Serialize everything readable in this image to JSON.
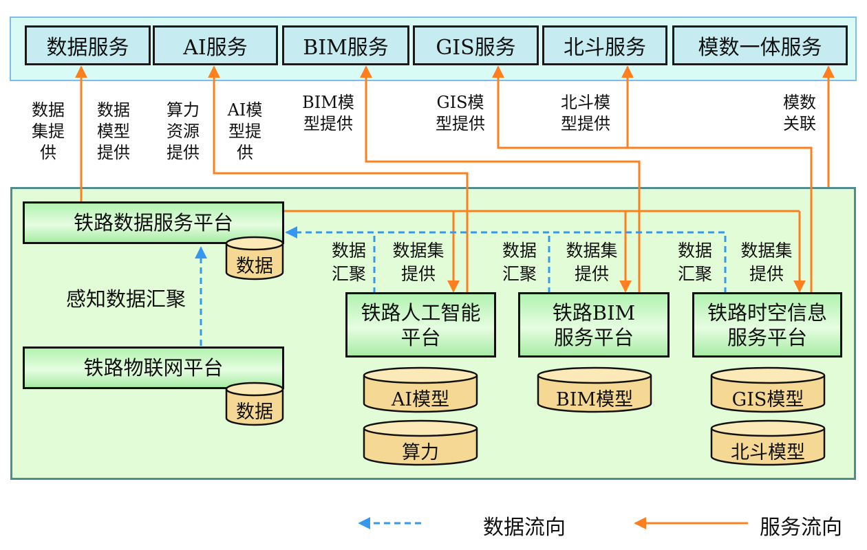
{
  "colors": {
    "service_flow": "#ff7f1e",
    "data_flow": "#3597ee",
    "top_layer_bg": "#d8fbf6",
    "bottom_layer_bg": "#e3fcd8",
    "cylinder_fill": "#f7dc9a"
  },
  "services": [
    {
      "id": "data",
      "label": "数据服务"
    },
    {
      "id": "ai",
      "label": "AI服务"
    },
    {
      "id": "bim",
      "label": "BIM服务"
    },
    {
      "id": "gis",
      "label": "GIS服务"
    },
    {
      "id": "beidou",
      "label": "北斗服务"
    },
    {
      "id": "modeldata",
      "label": "模数一体服务"
    }
  ],
  "service_labels": {
    "dataset_provide": "数据\n集提\n供",
    "datamodel_provide": "数据\n模型\n提供",
    "compute_provide": "算力\n资源\n提供",
    "ai_model_provide": "AI模\n型提\n供",
    "bim_model_provide": "BIM模\n型提供",
    "gis_model_provide": "GIS模\n型提供",
    "beidou_model_provide": "北斗模\n型提供",
    "model_data_link": "模数\n关联"
  },
  "platforms": {
    "data_service": "铁路数据服务平台",
    "iot": "铁路物联网平台",
    "ai": "铁路人工智能\n平台",
    "bim": "铁路BIM\n服务平台",
    "spatiotemporal": "铁路时空信息\n服务平台"
  },
  "stores": {
    "data_service_db": "数据",
    "iot_db": "数据",
    "ai_model": "AI模型",
    "compute": "算力",
    "bim_model": "BIM模型",
    "gis_model": "GIS模型",
    "beidou_model": "北斗模型"
  },
  "inner_labels": {
    "sensing_aggregation": "感知数据汇聚",
    "aggregation_1": "数据\n汇聚",
    "dataset_1": "数据集\n提供",
    "aggregation_2": "数据\n汇聚",
    "dataset_2": "数据集\n提供",
    "aggregation_3": "数据\n汇聚",
    "dataset_3": "数据集\n提供"
  },
  "legend": {
    "data_flow": "数据流向",
    "service_flow": "服务流向"
  }
}
